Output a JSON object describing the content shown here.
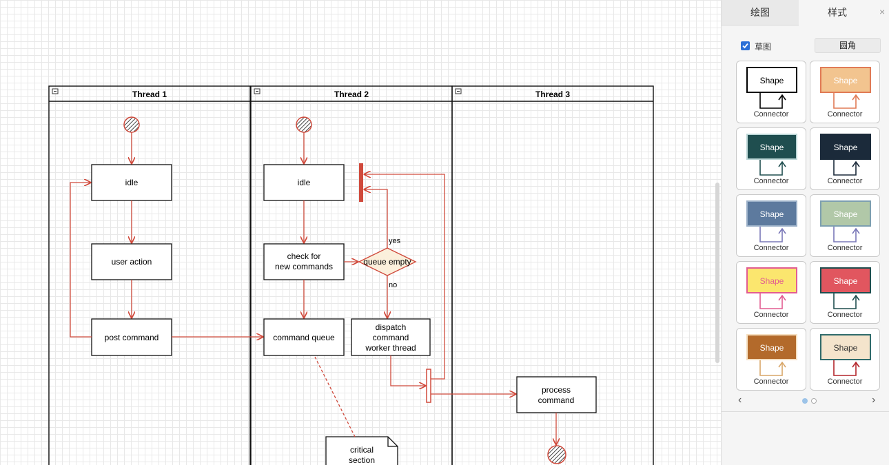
{
  "panel": {
    "tabs": [
      {
        "label": "绘图"
      },
      {
        "label": "样式"
      }
    ],
    "close_label": "×",
    "sketch_checkbox": {
      "label": "草图",
      "checked": true
    },
    "rounded_button": "圆角",
    "swatches": [
      {
        "shape": "Shape",
        "connector": "Connector",
        "fill": "#ffffff",
        "stroke": "#000000",
        "font": "#000000",
        "conn": "#000000"
      },
      {
        "shape": "Shape",
        "connector": "Connector",
        "fill": "#f2c48f",
        "stroke": "#e07a55",
        "font": "#ffffff",
        "conn": "#e07a55"
      },
      {
        "shape": "Shape",
        "connector": "Connector",
        "fill": "#1f4e4f",
        "stroke": "#bcd6d6",
        "font": "#ffffff",
        "conn": "#1f4e4f"
      },
      {
        "shape": "Shape",
        "connector": "Connector",
        "fill": "#1b2a3a",
        "stroke": "#1b2a3a",
        "font": "#ffffff",
        "conn": "#1b2a3a"
      },
      {
        "shape": "Shape",
        "connector": "Connector",
        "fill": "#5d7a9e",
        "stroke": "#9bb0c8",
        "font": "#ffffff",
        "conn": "#7a78b8"
      },
      {
        "shape": "Shape",
        "connector": "Connector",
        "fill": "#b1c8a8",
        "stroke": "#7d9fb0",
        "font": "#ffffff",
        "conn": "#7a78b8"
      },
      {
        "shape": "Shape",
        "connector": "Connector",
        "fill": "#fbe66e",
        "stroke": "#e25c91",
        "font": "#e25c91",
        "conn": "#e25c91"
      },
      {
        "shape": "Shape",
        "connector": "Connector",
        "fill": "#e1565f",
        "stroke": "#1f4e4f",
        "font": "#ffffff",
        "conn": "#1f4e4f"
      },
      {
        "shape": "Shape",
        "connector": "Connector",
        "fill": "#b36a2b",
        "stroke": "#f5e0c2",
        "font": "#ffffff",
        "conn": "#d9a668"
      },
      {
        "shape": "Shape",
        "connector": "Connector",
        "fill": "#f4e4cc",
        "stroke": "#2f6b6b",
        "font": "#333333",
        "conn": "#b3252b"
      }
    ],
    "pager": {
      "prev": "‹",
      "next": "›"
    }
  },
  "diagram": {
    "lanes": [
      {
        "title": "Thread 1"
      },
      {
        "title": "Thread 2"
      },
      {
        "title": "Thread 3"
      }
    ],
    "nodes": {
      "idle_1": "idle",
      "user_action": "user action",
      "post_command": "post command",
      "idle_2": "idle",
      "check_line1": "check for",
      "check_line2": "new commands",
      "queue_empty": "queue empty",
      "command_queue": "command queue",
      "dispatch_line1": "dispatch",
      "dispatch_line2": "command",
      "dispatch_line3": "worker thread",
      "process_line1": "process",
      "process_line2": "command",
      "critical_line1": "critical",
      "critical_line2": "section"
    },
    "edge_labels": {
      "yes": "yes",
      "no": "no"
    },
    "colors": {
      "stroke": "#d04a3c",
      "node_border": "#000000"
    }
  }
}
